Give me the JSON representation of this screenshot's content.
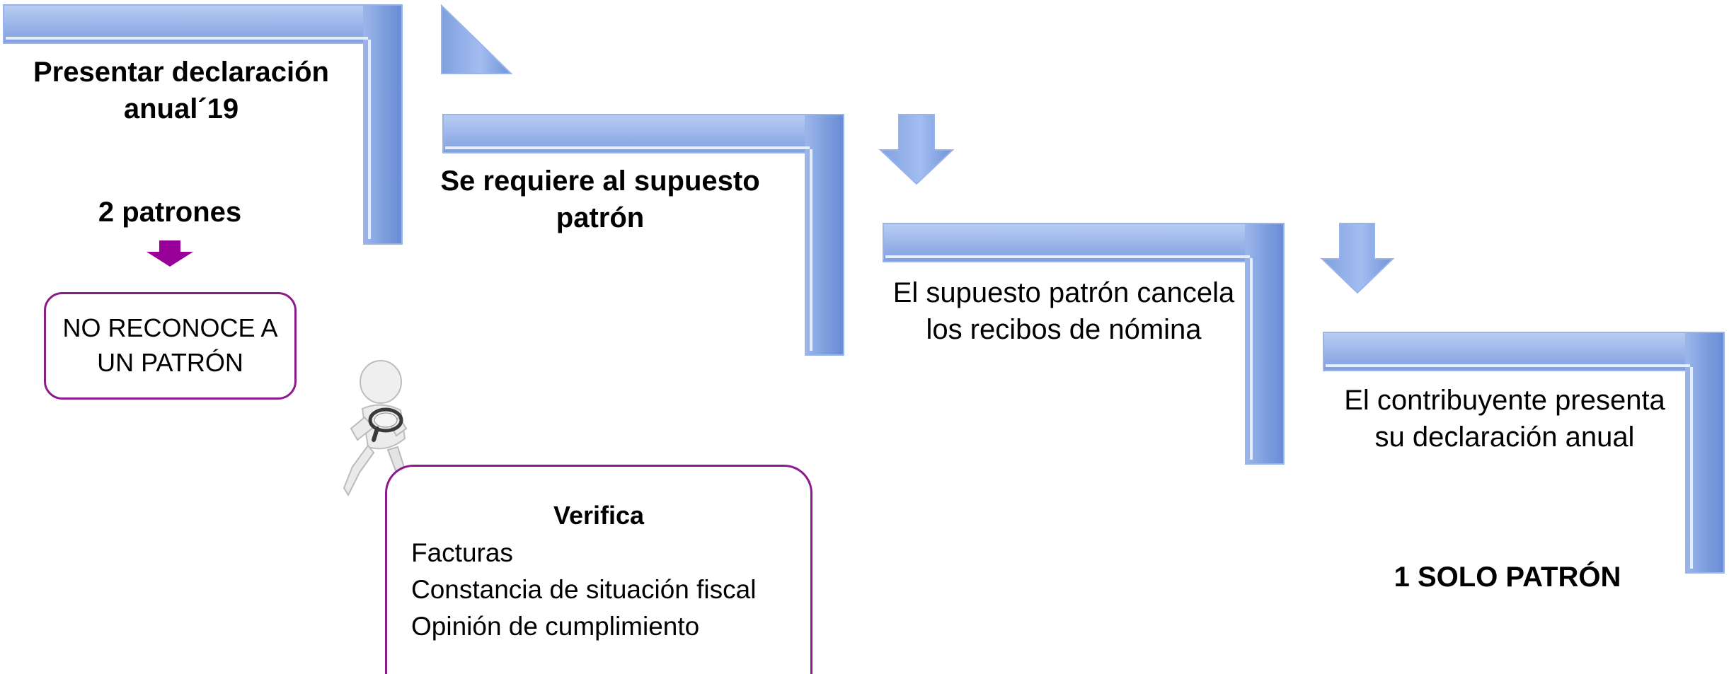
{
  "steps": [
    {
      "title": "Presentar declaración anual´19"
    },
    {
      "title": "Se requiere al supuesto patrón"
    },
    {
      "text": "El supuesto patrón cancela los recibos de nómina"
    },
    {
      "text": "El contribuyente presenta su declaración anual"
    }
  ],
  "patrones_label": "2 patrones",
  "no_reconoce": "NO RECONOCE A UN PATRÓN",
  "verifica": {
    "title": "Verifica",
    "items": [
      "Facturas",
      "Constancia de situación fiscal",
      "Opinión de cumplimiento"
    ]
  },
  "result_label": "1 SOLO PATRÓN",
  "colors": {
    "step_blue": "#8aaae2",
    "step_blue_dark": "#6b8fd6",
    "accent_purple": "#990099",
    "box_border": "#8b1a8b"
  }
}
